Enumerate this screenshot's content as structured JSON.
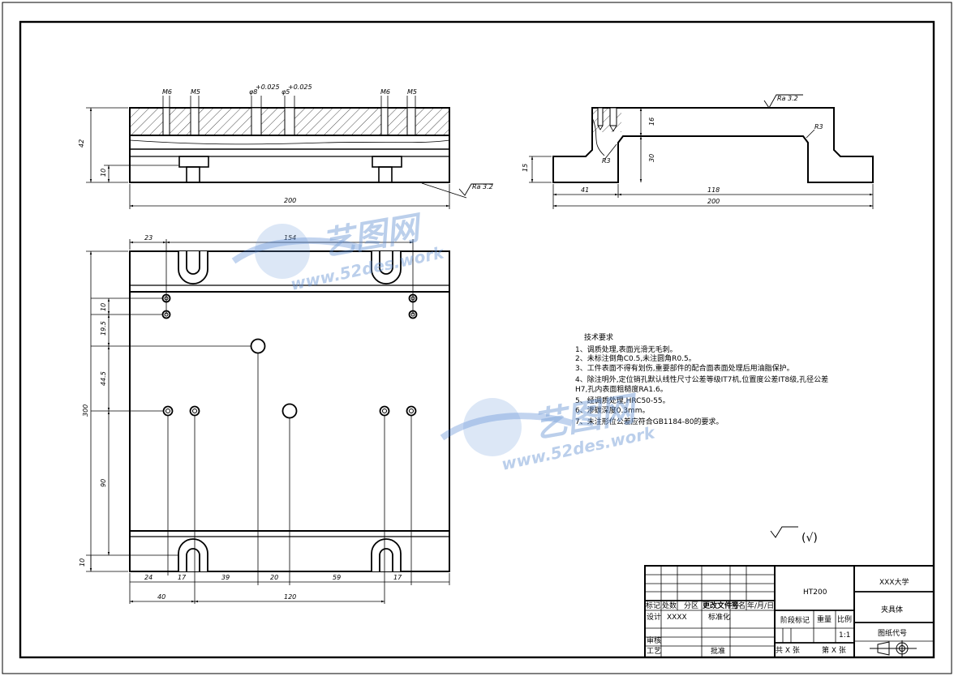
{
  "dimensions": {
    "front_height": "42",
    "front_base": "10",
    "front_width": "200",
    "front_m6_a": "M6",
    "front_m5_a": "M5",
    "front_phi8": "φ8",
    "front_phi8_tol": "+0.025",
    "front_phi5": "φ5",
    "front_phi5_tol": "+0.025",
    "front_m6_b": "M6",
    "front_m5_b": "M5",
    "side_16": "16",
    "side_30": "30",
    "side_15": "15",
    "side_41": "41",
    "side_118": "118",
    "side_200": "200",
    "side_r3_a": "R3",
    "side_r3_b": "R3",
    "plan_23": "23",
    "plan_154": "154",
    "plan_10a": "10",
    "plan_195": "19.5",
    "plan_445": "44.5",
    "plan_300": "300",
    "plan_90": "90",
    "plan_10b": "10",
    "plan_24": "24",
    "plan_17a": "17",
    "plan_39": "39",
    "plan_20": "20",
    "plan_59": "59",
    "plan_17b": "17",
    "plan_40": "40",
    "plan_120": "120"
  },
  "roughness": {
    "front_ra": "Ra 3.2",
    "side_ra": "Ra 3.2",
    "general": "(√)"
  },
  "technical_requirements": {
    "title": "技术要求",
    "items": [
      "1、调质处理,表面光滑无毛刺。",
      "2、未标注倒角C0.5,未注圆角R0.5。",
      "3、工件表面不得有划伤,重要部件的配合面表面处理后用油脂保护。",
      "4、除注明外,定位销孔默认线性尺寸公差等级IT7机,位置度公差IT8级,孔径公差",
      "H7,孔内表面粗糙度RA1.6。",
      "5、经调质处理,HRC50-55。",
      "6、渗碳深度0.3mm。",
      "7、未注形位公差应符合GB1184-80的要求。"
    ]
  },
  "title_block": {
    "material": "HT200",
    "university": "XXX大学",
    "part_name": "夹具体",
    "drawing_no": "图纸代号",
    "mark": "标记",
    "count": "处数",
    "zone": "分区",
    "change_doc": "更改文件号",
    "sign": "签名",
    "date": "年/月/日",
    "design": "设计",
    "designer": "XXXX",
    "standardize": "标准化",
    "stage_mark": "阶段标记",
    "weight": "重量",
    "scale": "比例",
    "scale_value": "1:1",
    "review": "审核",
    "process": "工艺",
    "approve": "批准",
    "total_sheets": "共 X 张",
    "sheet_no": "第 X 张"
  },
  "watermark": {
    "brand": "艺图网",
    "url": "www.52des.work"
  }
}
